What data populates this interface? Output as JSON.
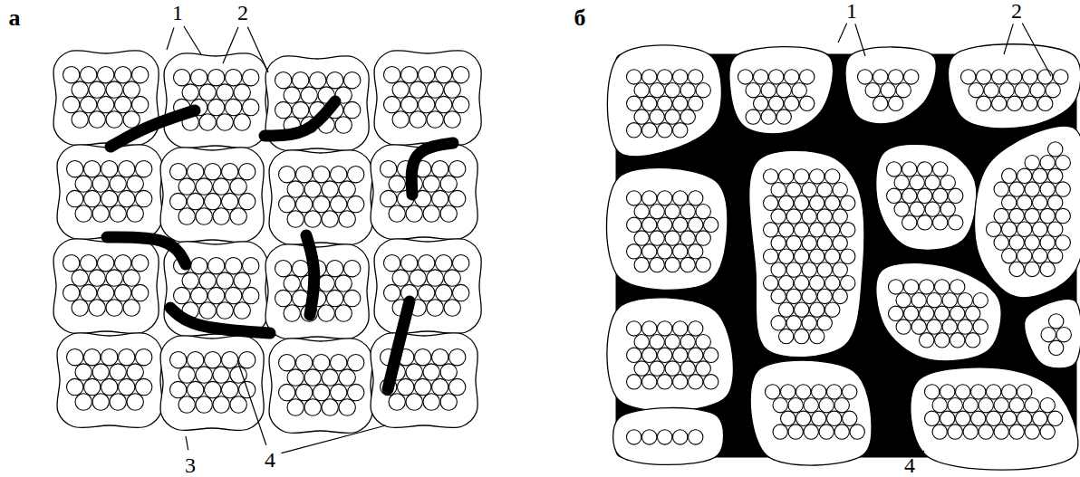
{
  "diagram": {
    "labels": [
      "а",
      "1",
      "2",
      "3",
      "4",
      "б",
      "1",
      "2",
      "4"
    ]
  }
}
